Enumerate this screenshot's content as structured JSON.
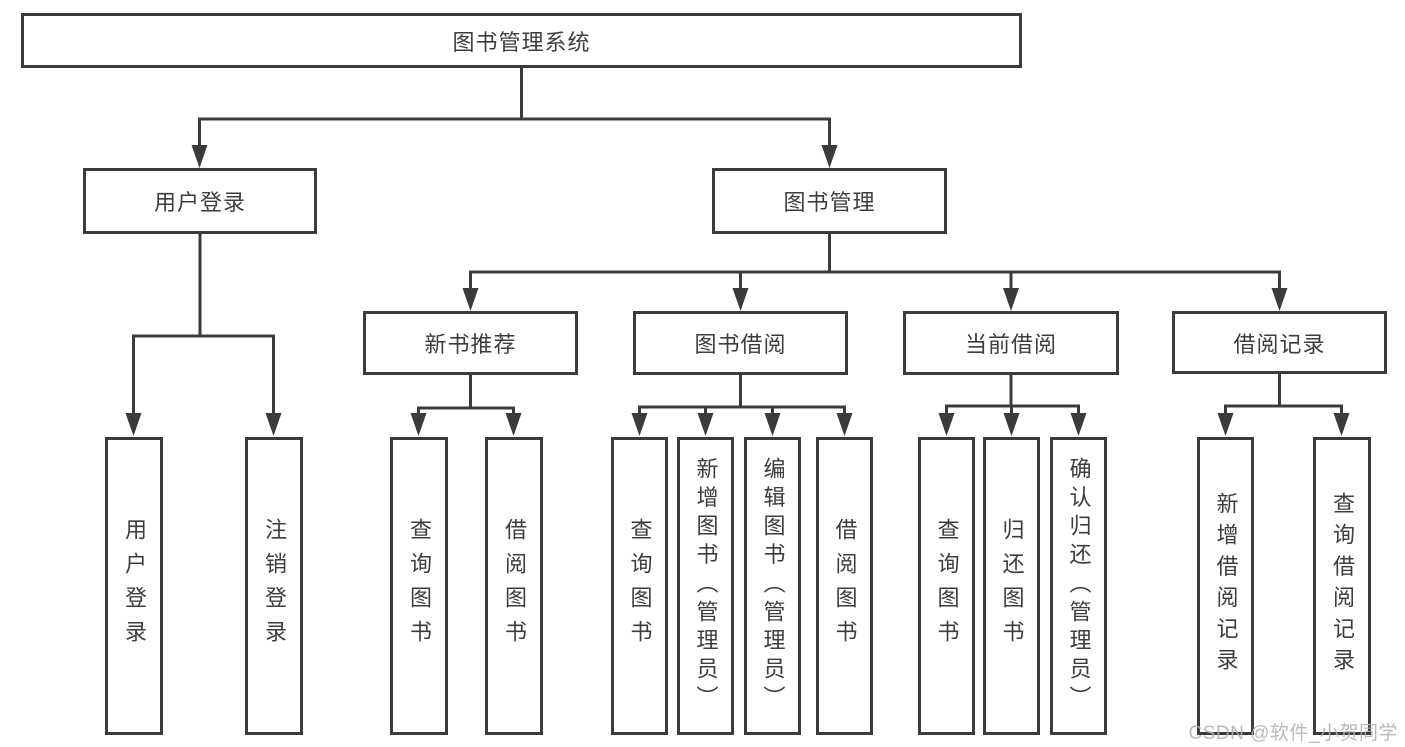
{
  "colors": {
    "line": "#3b3b3b",
    "text": "#3d3d3d",
    "background": "#ffffff",
    "watermark": "#b2b2b2"
  },
  "watermark": "CSDN @软件_小贺同学",
  "tree": {
    "label": "图书管理系统",
    "children": [
      {
        "label": "用户登录",
        "children": [
          {
            "label": "用户登录"
          },
          {
            "label": "注销登录"
          }
        ]
      },
      {
        "label": "图书管理",
        "children": [
          {
            "label": "新书推荐",
            "children": [
              {
                "label": "查询图书"
              },
              {
                "label": "借阅图书"
              }
            ]
          },
          {
            "label": "图书借阅",
            "children": [
              {
                "label": "查询图书"
              },
              {
                "label": "新增图书（管理员）"
              },
              {
                "label": "编辑图书（管理员）"
              },
              {
                "label": "借阅图书"
              }
            ]
          },
          {
            "label": "当前借阅",
            "children": [
              {
                "label": "查询图书"
              },
              {
                "label": "归还图书"
              },
              {
                "label": "确认归还（管理员）"
              }
            ]
          },
          {
            "label": "借阅记录",
            "children": [
              {
                "label": "新增借阅记录"
              },
              {
                "label": "查询借阅记录"
              }
            ]
          }
        ]
      }
    ]
  }
}
